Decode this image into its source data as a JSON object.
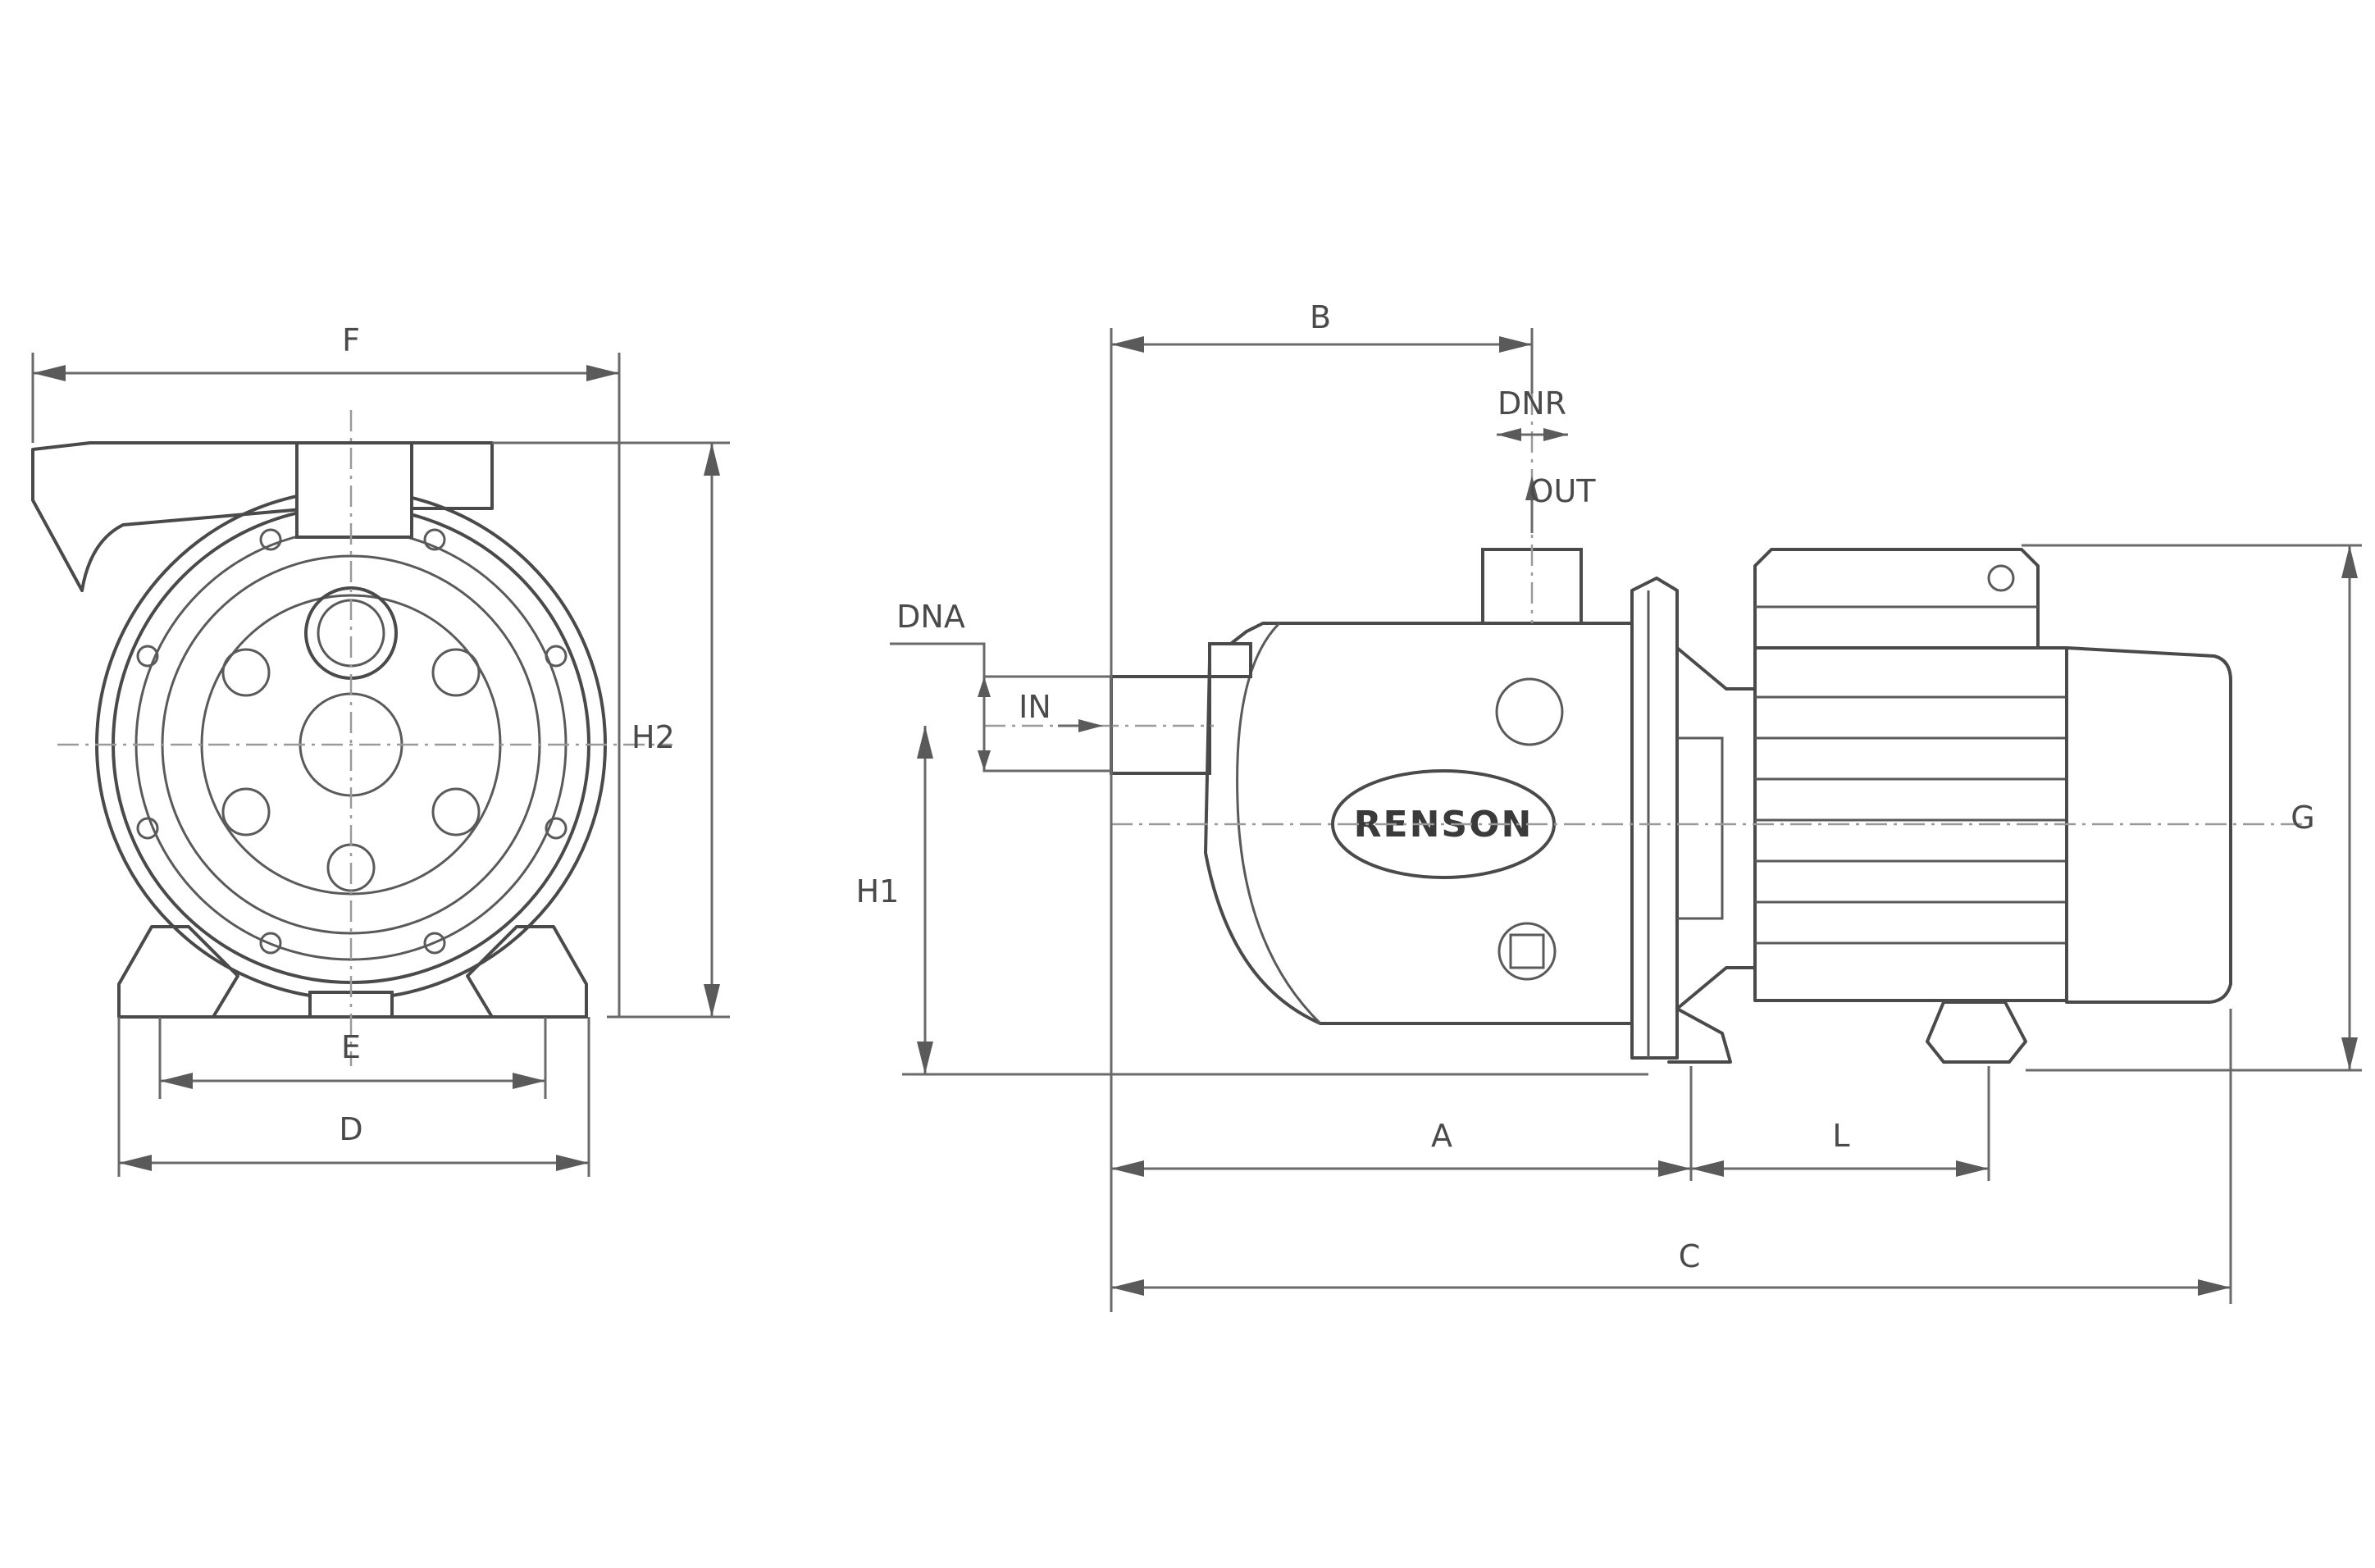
{
  "labels": {
    "F": "F",
    "H2": "H2",
    "E": "E",
    "D": "D",
    "B": "B",
    "DNR": "DNR",
    "OUT": "OUT",
    "DNA": "DNA",
    "IN": "IN",
    "H1": "H1",
    "G": "G",
    "A": "A",
    "L": "L",
    "C": "C"
  },
  "brand": "RENSON"
}
